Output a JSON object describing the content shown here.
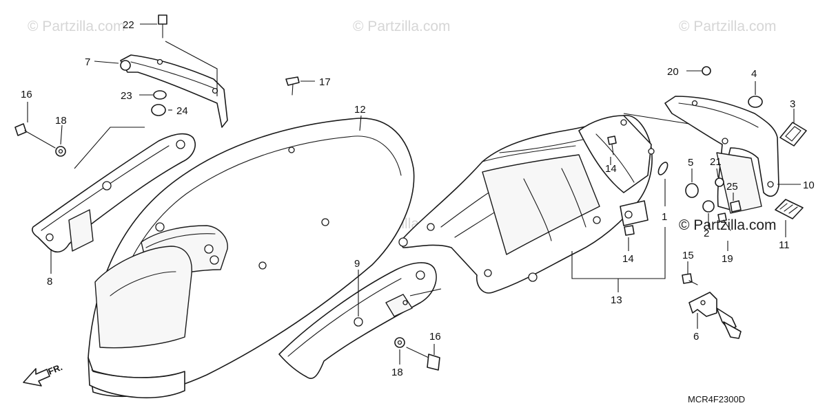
{
  "watermarks": [
    "© Partzilla.com",
    "© Partzilla.com",
    "© Partzilla.com",
    "© Partzilla.com",
    "© Partzilla.com"
  ],
  "diagram_code": "MCR4F2300D",
  "front_arrow_label": "FR.",
  "callouts": {
    "c22": "22",
    "c7": "7",
    "c23": "23",
    "c24": "24",
    "c16a": "16",
    "c18a": "18",
    "c8": "8",
    "c17": "17",
    "c12": "12",
    "c9": "9",
    "c16b": "16",
    "c18b": "18",
    "c14a": "14",
    "c14b": "14",
    "c13": "13",
    "c1": "1",
    "c20": "20",
    "c4": "4",
    "c3": "3",
    "c5": "5",
    "c21": "21",
    "c10": "10",
    "c25": "25",
    "c2": "2",
    "c19": "19",
    "c11": "11",
    "c15": "15",
    "c6": "6"
  }
}
